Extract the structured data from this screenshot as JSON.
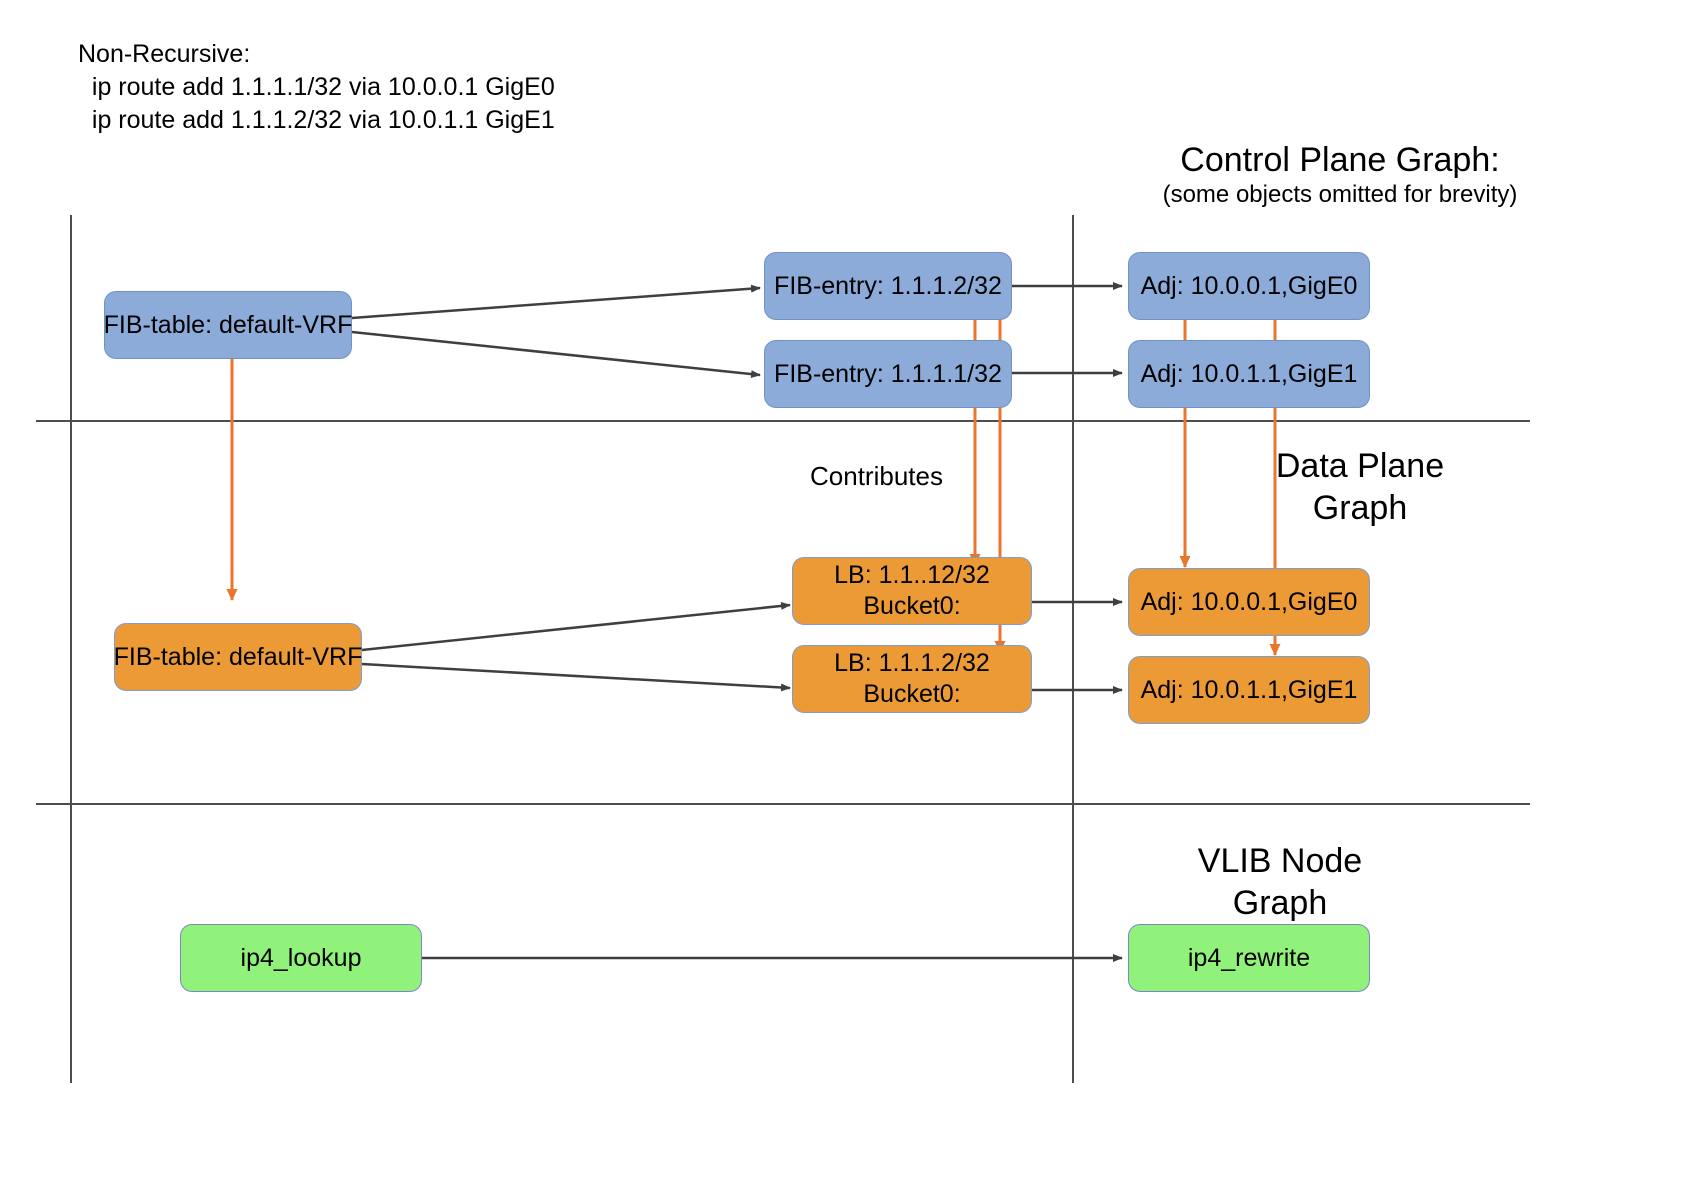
{
  "legend": {
    "text": "Non-Recursive:\n  ip route add 1.1.1.1/32 via 10.0.0.1 GigE0\n  ip route add 1.1.1.2/32 via 10.0.1.1 GigE1"
  },
  "headers": {
    "control_plane_title": "Control Plane Graph:",
    "control_plane_subtitle": "(some objects omitted for brevity)",
    "data_plane_title_line1": "Data Plane",
    "data_plane_title_line2": "Graph",
    "vlib_title_line1": "VLIB Node",
    "vlib_title_line2": "Graph"
  },
  "labels": {
    "contributes": "Contributes"
  },
  "control_plane": {
    "fib_table": "FIB-table: default-VRF",
    "fib_entry_top": "FIB-entry: 1.1.1.2/32",
    "fib_entry_bottom": "FIB-entry: 1.1.1.1/32",
    "adj_top": "Adj: 10.0.0.1,GigE0",
    "adj_bottom": "Adj: 10.0.1.1,GigE1"
  },
  "data_plane": {
    "fib_table": "FIB-table: default-VRF",
    "lb_top_line1": "LB: 1.1..12/32",
    "lb_top_line2": "Bucket0:",
    "lb_bottom_line1": "LB: 1.1.1.2/32",
    "lb_bottom_line2": "Bucket0:",
    "adj_top": "Adj: 10.0.0.1,GigE0",
    "adj_bottom": "Adj: 10.0.1.1,GigE1"
  },
  "vlib": {
    "node_left": "ip4_lookup",
    "node_right": "ip4_rewrite"
  },
  "colors": {
    "blue_fill": "#8cabd9",
    "orange_fill": "#eb9a35",
    "green_fill": "#90f27a",
    "arrow_black": "#3f3f3f",
    "arrow_orange": "#e8762c",
    "divider": "#4d4d4d"
  }
}
